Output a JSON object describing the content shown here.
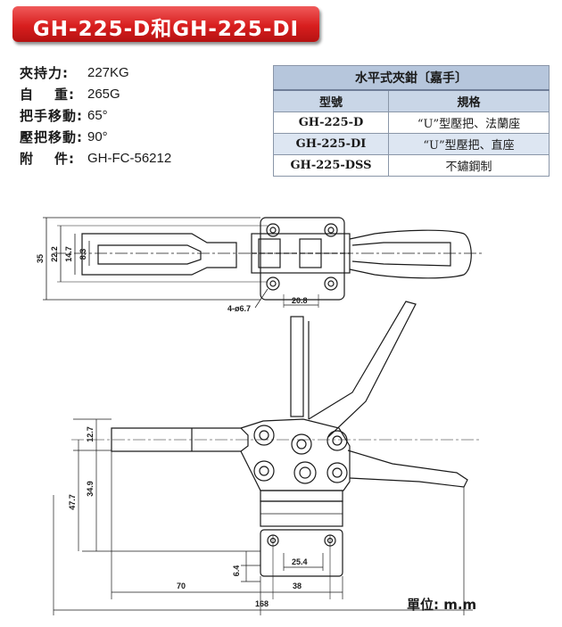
{
  "title": "GH-225-D和GH-225-DI",
  "specs": [
    {
      "label": "夾持力:",
      "value": "227KG"
    },
    {
      "label_a": "自",
      "label_b": "重:",
      "value": "265G"
    },
    {
      "label": "把手移動:",
      "value": "65°"
    },
    {
      "label": "壓把移動:",
      "value": "90°"
    },
    {
      "label_a": "附",
      "label_b": "件:",
      "value": "GH-FC-56212"
    }
  ],
  "table": {
    "caption": "水平式夾鉗〔嘉手〕",
    "headers": [
      "型號",
      "規格"
    ],
    "rows": [
      {
        "model": "GH-225-D",
        "spec": "“U”型壓把、法蘭座"
      },
      {
        "model": "GH-225-DI",
        "spec": "“U”型壓把、直座"
      },
      {
        "model": "GH-225-DSS",
        "spec": "不鏽鋼制"
      }
    ]
  },
  "dimensions": {
    "d35": "35",
    "d22_2": "22.2",
    "d14_7": "14.7",
    "d8_3": "8.3",
    "hole": "4-ø6.7",
    "d20_8": "20.8",
    "d12_7": "12.7",
    "d34_9": "34.9",
    "d47_7": "47.7",
    "d6_4": "6.4",
    "d25_4": "25.4",
    "d70": "70",
    "d38": "38",
    "d168": "168"
  },
  "unit_label": "單位: m.m",
  "colors": {
    "banner": "#d81e1e",
    "table_header": "#b6c6dc",
    "table_alt_row": "#dde6f2"
  }
}
